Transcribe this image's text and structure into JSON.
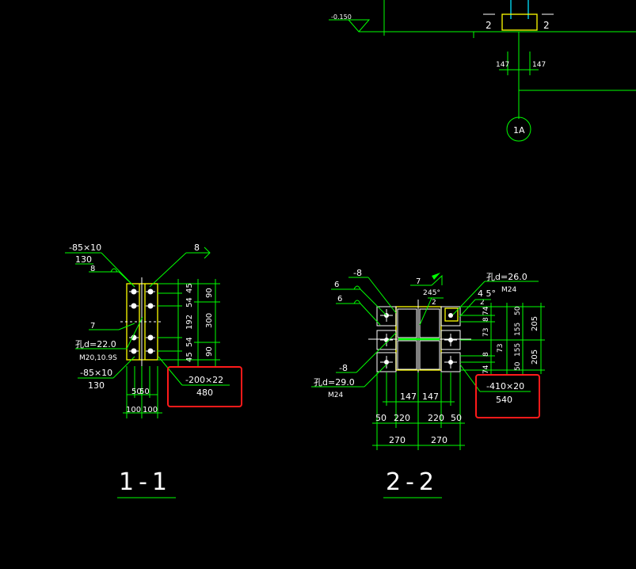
{
  "drawing": {
    "colors": {
      "background": "#000000",
      "line": "#00ff00",
      "text": "#ffffff",
      "plate": "#ffff00",
      "column": "#00e5ff",
      "highlight": "#ff1a1a"
    },
    "top": {
      "elevation": "-0.150",
      "section_marks": [
        "2",
        "2"
      ],
      "dims": [
        "147",
        "147"
      ],
      "axis_bubble": "1A"
    },
    "section1": {
      "title": "1-1",
      "labels": {
        "plate_top": "-85×10",
        "plate_top_len": "130",
        "weld_a": "8",
        "weld_b": "8",
        "weld_c": "7",
        "hole": "孔d=22.0",
        "bolt": "M20,10.9S",
        "plate_bot": "-85×10",
        "plate_bot_len": "130",
        "base_plate": "-200×22",
        "base_plate_len": "480"
      },
      "vdims_inner": [
        "45",
        "54",
        "192",
        "54",
        "45"
      ],
      "vdims_outer": [
        "90",
        "300",
        "90"
      ],
      "hdims_top": [
        "50",
        "50"
      ],
      "hdims_bottom": [
        "100",
        "100"
      ]
    },
    "section2": {
      "title": "2-2",
      "labels": {
        "plate_left": "-8",
        "weld_a": "6",
        "weld_b": "6",
        "weld_c": "7",
        "weld_angle": "45°",
        "weld_e": "2",
        "weld_f": "2",
        "hole_top": "孔d=26.0",
        "bolt_top": "M24",
        "weld_d": "4 5°",
        "weld_g": "2",
        "plate_low": "-8",
        "hole_bot": "孔d=29.0",
        "bolt_bot": "M24",
        "base_plate": "-410×20",
        "base_plate_len": "540"
      },
      "vdims_inner": [
        "74",
        "8",
        "73",
        "73",
        "8",
        "74"
      ],
      "vdims_mid": [
        "50",
        "155",
        "155",
        "50"
      ],
      "vdims_outer": [
        "205",
        "205"
      ],
      "hdims_inner": [
        "147",
        "147"
      ],
      "hdims_mid": [
        "50",
        "220",
        "220",
        "50"
      ],
      "hdims_outer": [
        "270",
        "270"
      ]
    }
  }
}
